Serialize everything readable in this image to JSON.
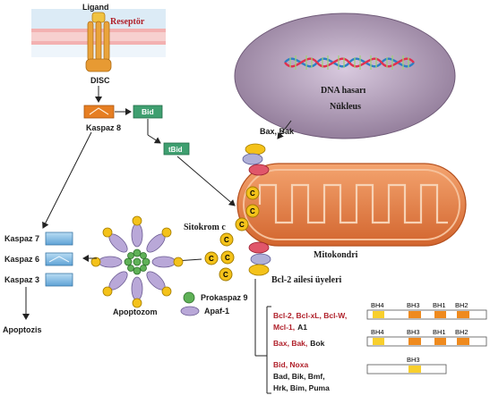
{
  "membrane": {
    "ligand_label": "Ligand",
    "receptor_label": "Reseptör",
    "disc_label": "DISC"
  },
  "caspase8": {
    "label": "Kaspaz 8"
  },
  "bid": {
    "label": "Bid",
    "tbid_label": "tBid"
  },
  "nucleus": {
    "dna_damage_label": "DNA hasarı",
    "nucleus_label": "Nükleus",
    "bax_bak_label": "Bax, Bak"
  },
  "mitochondrion": {
    "label": "Mitokondri"
  },
  "cytochrome_c": {
    "label": "Sitokrom c",
    "marker": "C"
  },
  "apoptosome": {
    "label": "Apoptozom"
  },
  "effector_caspases": {
    "items": [
      "Kaspaz 7",
      "Kaspaz 6",
      "Kaspaz 3"
    ],
    "outcome_label": "Apoptozis"
  },
  "legend": {
    "procaspase9_label": "Prokaspaz 9",
    "apaf1_label": "Apaf-1"
  },
  "bcl2_family": {
    "title": "Bcl-2 ailesi üyeleri",
    "groups": [
      {
        "red_line1": "Bcl-2, Bcl-xL, Bcl-W,",
        "red_line2": "Mcl-1,",
        "black_line2": "A1",
        "domains": [
          "BH4",
          "BH3",
          "BH1",
          "BH2"
        ]
      },
      {
        "red_line1": "Bax, Bak,",
        "black_line1": "Bok",
        "domains": [
          "BH4",
          "BH3",
          "BH1",
          "BH2"
        ]
      },
      {
        "red_line1": "Bid, Noxa",
        "black_line2": "Bad, Bik, Bmf,",
        "black_line3": "Hrk, Bim, Puma",
        "domains": [
          "BH3"
        ]
      }
    ]
  },
  "colors": {
    "membrane_blue": "#cfe6f5",
    "membrane_pink": "#f2a7a7",
    "receptor_orange": "#e8a33b",
    "caspase8_orange": "#e67e22",
    "bid_green": "#3f9f70",
    "nucleus_purple": "#b6a3bd",
    "mito_orange": "#e8804a",
    "cyto_yellow": "#f4c21a",
    "effector_blue": "#7ab7e0",
    "bh4_yellow": "#f8cf2c",
    "bh_orange": "#ef8a1e"
  }
}
